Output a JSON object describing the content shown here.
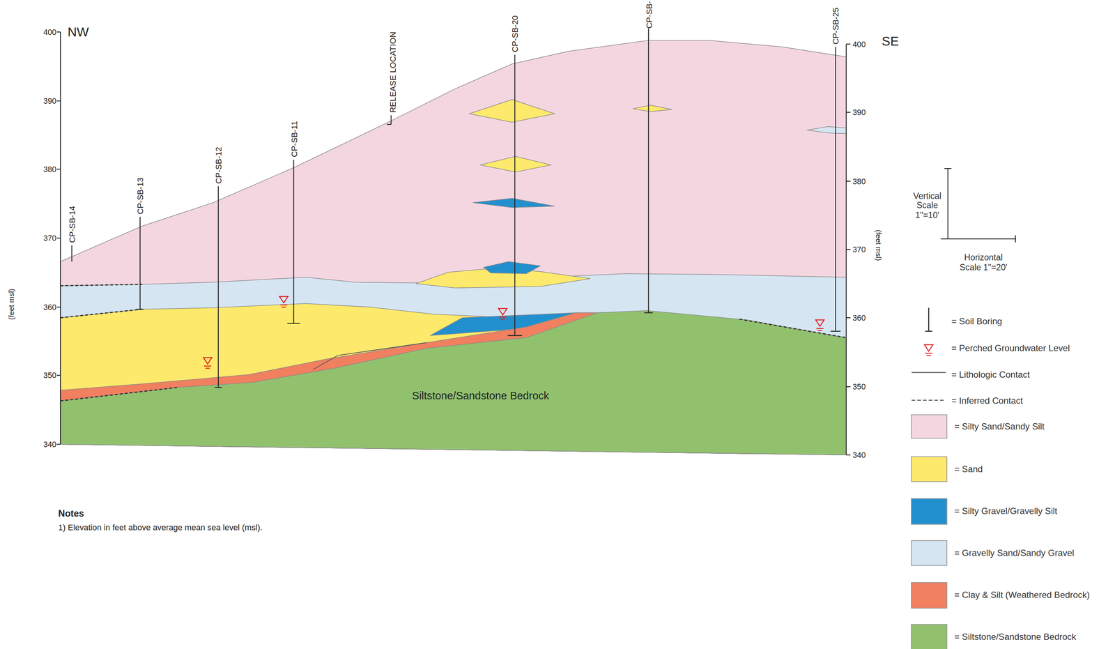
{
  "diagram": {
    "labels": [
      "400",
      "390",
      "380",
      "370",
      "360",
      "350",
      "340",
      "400",
      "390",
      "380",
      "370",
      "360",
      "350",
      "340",
      "NW",
      "SE",
      "(feet msl)",
      "(feet msl)",
      "CP-SB-14",
      "CP-SB-13",
      "CP-SB-12",
      "CP-SB-11",
      "RELEASE LOCATION",
      "CP-SB-20",
      "CP-SB-",
      "CP-SB-25",
      "Siltstone/Sandstone Bedrock",
      "Vertical Scale 1\"=10'",
      "Horizontal Scale 1\"=20'",
      "Notes",
      "1) Elevation in feet above average mean sea level (msl)."
    ],
    "legend": [
      {
        "text": "= Soil Boring"
      },
      {
        "text": "= Perched Groundwater Level"
      },
      {
        "text": "= Lithologic Contact"
      },
      {
        "text": "= Inferred Contact"
      },
      {
        "text": "= Silty Sand/Sandy Silt",
        "color": "#f4d6e1"
      },
      {
        "text": "= Sand",
        "color": "#fde96b"
      },
      {
        "text": "= Silty Gravel/Gravelly Silt",
        "color": "#2290cf"
      },
      {
        "text": "= Gravelly Sand/Sandy Gravel",
        "color": "#d5e5f2"
      },
      {
        "text": "= Clay & Silt (Weathered Bedrock)",
        "color": "#f0805f"
      },
      {
        "text": "= Siltstone/Sandstone Bedrock",
        "color": "#92c16e"
      }
    ]
  }
}
